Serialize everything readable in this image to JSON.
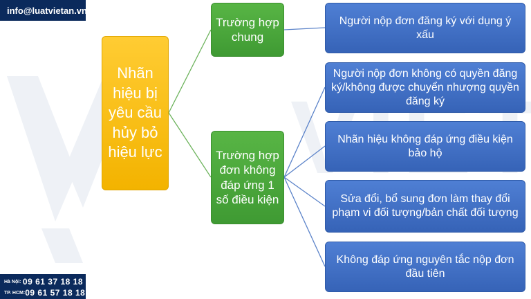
{
  "watermark": {
    "text": "VIET AN"
  },
  "contact": {
    "email": "info@luatvietan.vn",
    "phones": [
      {
        "city": "Hà Nội:",
        "number": "09 61 37 18 18"
      },
      {
        "city": "TP. HCM:",
        "number": "09 61 57 18 18"
      }
    ]
  },
  "diagram": {
    "root": "Nhãn hiệu bị yêu cầu hủy bỏ hiệu lực",
    "branches": [
      {
        "label": "Trường hợp chung",
        "items": [
          "Người nộp đơn đăng ký với dụng ý xấu"
        ]
      },
      {
        "label": "Trường hợp đơn không đáp ứng 1 số điều kiện",
        "items": [
          "Người nộp đơn không có quyền đăng ký/không được chuyển nhượng quyền đăng ký",
          "Nhãn hiệu không đáp ứng điều kiện bảo hộ",
          "Sửa đổi, bổ sung đơn làm thay đổi phạm vi đối tượng/bản chất đối tượng",
          "Không đáp ứng nguyên tắc nộp đơn đầu tiên"
        ]
      }
    ]
  },
  "colors": {
    "root": "#f3b300",
    "branch": "#4caa3c",
    "leaf": "#3f6fc4",
    "badge": "#0b2a5c"
  }
}
